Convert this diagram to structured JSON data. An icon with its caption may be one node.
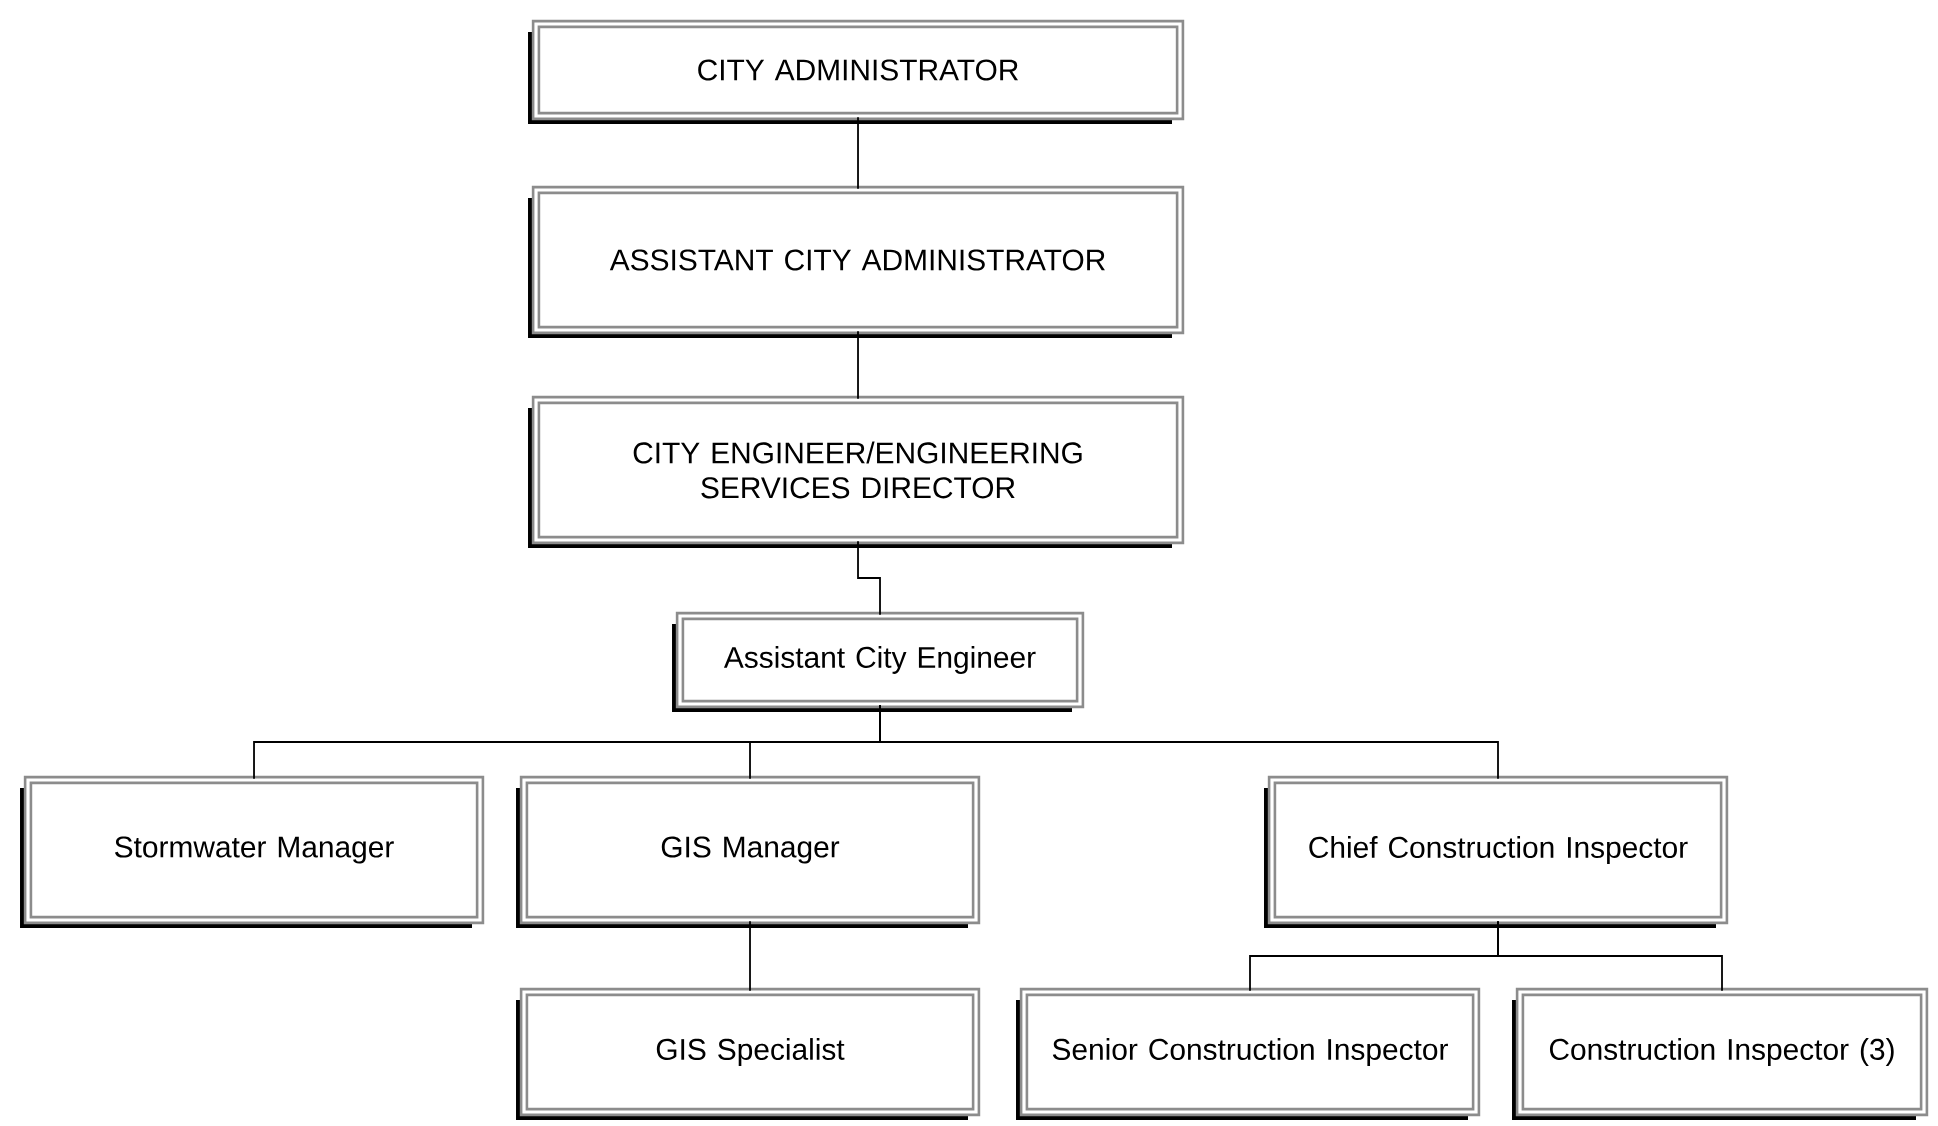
{
  "diagram": {
    "nodes": [
      {
        "text": [
          "CITY ADMINISTRATOR"
        ]
      },
      {
        "text": [
          "ASSISTANT CITY ADMINISTRATOR"
        ]
      },
      {
        "text": [
          "CITY ENGINEER/ENGINEERING SERVICES DIRECTOR"
        ]
      },
      {
        "text": [
          "Assistant City Engineer"
        ]
      },
      {
        "text": [
          "Stormwater Manager"
        ]
      },
      {
        "text": [
          "GIS Manager"
        ]
      },
      {
        "text": [
          "Chief Construction Inspector"
        ]
      },
      {
        "text": [
          "GIS Specialist"
        ]
      },
      {
        "text": [
          "Senior Construction Inspector"
        ]
      },
      {
        "text": [
          "Construction Inspector (3)"
        ]
      }
    ],
    "edges": [
      {
        "from": 0,
        "to": 1,
        "arrow": "none"
      },
      {
        "from": 1,
        "to": 2,
        "arrow": "none"
      },
      {
        "from": 2,
        "to": 3,
        "arrow": "none"
      },
      {
        "from": 3,
        "to": 4,
        "arrow": "none"
      },
      {
        "from": 3,
        "to": 5,
        "arrow": "none"
      },
      {
        "from": 3,
        "to": 6,
        "arrow": "none"
      },
      {
        "from": 5,
        "to": 7,
        "arrow": "none"
      },
      {
        "from": 6,
        "to": 8,
        "arrow": "none"
      },
      {
        "from": 6,
        "to": 9,
        "arrow": "none"
      }
    ]
  }
}
